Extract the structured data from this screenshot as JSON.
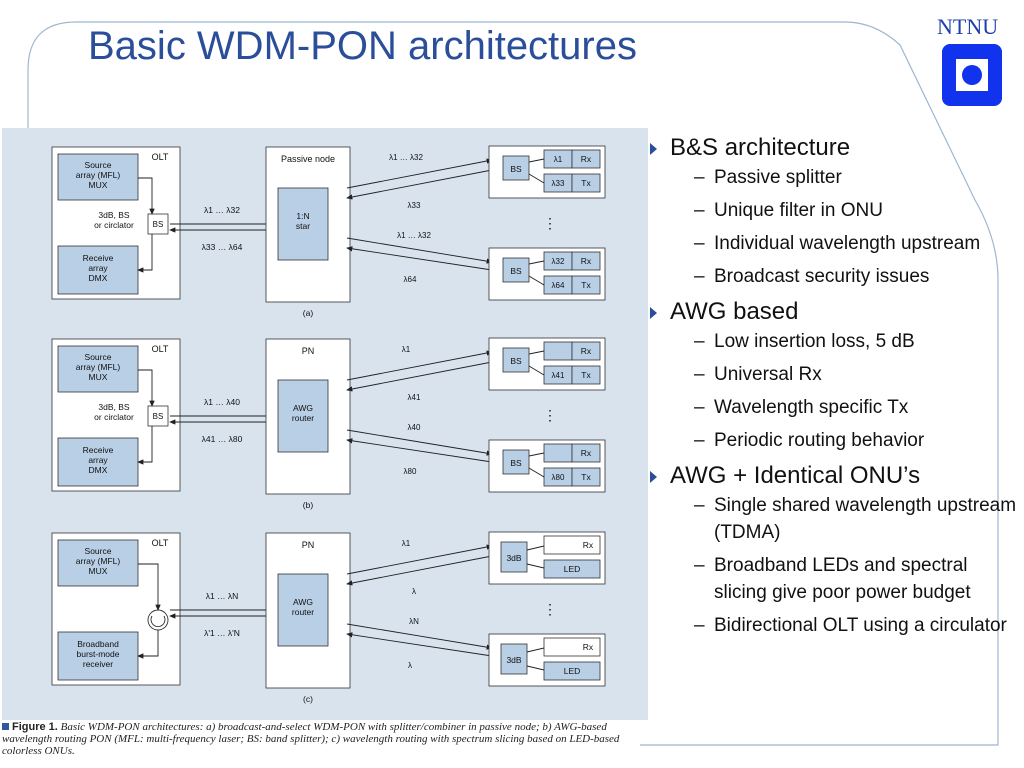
{
  "slide": {
    "title": "Basic WDM-PON architectures",
    "logo": "NTNU"
  },
  "colors": {
    "title": "#2b4e9a",
    "logo": "#1133ee",
    "figure_bg": "#d8e3ee",
    "box_fill": "#b8cfe6"
  },
  "figure": {
    "caption_label": "Figure 1.",
    "caption_text": "Basic WDM-PON architectures: a) broadcast-and-select WDM-PON with splitter/combiner in passive node; b) AWG-based wavelength routing PON (MFL: multi-frequency laser; BS: band splitter); c) wavelength routing with spectrum slicing based on LED-based colorless ONUs.",
    "panel_a": {
      "label": "(a)",
      "olt": "OLT",
      "source": [
        "Source",
        "array (MFL)",
        "MUX"
      ],
      "coupler": [
        "3dB, BS",
        "or circlator"
      ],
      "bs": "BS",
      "receive": [
        "Receive",
        "array",
        "DMX"
      ],
      "down_label": "λ1 … λ32",
      "up_label": "λ33 … λ64",
      "node_title": "Passive node",
      "node_box": [
        "1:N",
        "star"
      ],
      "link_labels": [
        "λ1 … λ32",
        "λ33",
        "λ1 … λ32",
        "λ64"
      ],
      "dots": "⋮",
      "onu1": {
        "bs": "BS",
        "rx_filter": "λ1",
        "tx_filter": "λ33",
        "rx": "Rx",
        "tx": "Tx"
      },
      "onu2": {
        "bs": "BS",
        "rx_filter": "λ32",
        "tx_filter": "λ64",
        "rx": "Rx",
        "tx": "Tx"
      }
    },
    "panel_b": {
      "label": "(b)",
      "olt": "OLT",
      "source": [
        "Source",
        "array (MFL)",
        "MUX"
      ],
      "coupler": [
        "3dB, BS",
        "or circlator"
      ],
      "bs": "BS",
      "receive": [
        "Receive",
        "array",
        "DMX"
      ],
      "down_label": "λ1 … λ40",
      "up_label": "λ41 … λ80",
      "node_title": "PN",
      "node_box": [
        "AWG",
        "router"
      ],
      "link_labels": [
        "λ1",
        "λ41",
        "λ40",
        "λ80"
      ],
      "dots": "⋮",
      "onu1": {
        "bs": "BS",
        "tx_filter": "λ41",
        "rx": "Rx",
        "tx": "Tx"
      },
      "onu2": {
        "bs": "BS",
        "tx_filter": "λ80",
        "rx": "Rx",
        "tx": "Tx"
      }
    },
    "panel_c": {
      "label": "(c)",
      "olt": "OLT",
      "source": [
        "Source",
        "array (MFL)",
        "MUX"
      ],
      "receive": [
        "Broadband",
        "burst-mode",
        "receiver"
      ],
      "down_label": "λ1 … λN",
      "up_label": "λ'1 … λ'N",
      "node_title": "PN",
      "node_box": [
        "AWG",
        "router"
      ],
      "link_labels": [
        "λ1",
        "λ",
        "λN",
        "λ"
      ],
      "dots": "⋮",
      "onu1": {
        "coupler": "3dB",
        "rx": "Rx",
        "tx": "LED"
      },
      "onu2": {
        "coupler": "3dB",
        "rx": "Rx",
        "tx": "LED"
      }
    }
  },
  "bullets": [
    {
      "text": "B&S architecture",
      "subs": [
        "Passive splitter",
        "Unique filter in ONU",
        "Individual wavelength upstream",
        "Broadcast security issues"
      ]
    },
    {
      "text": "AWG based",
      "subs": [
        "Low insertion loss, 5 dB",
        "Universal Rx",
        "Wavelength specific Tx",
        "Periodic routing behavior"
      ]
    },
    {
      "text": "AWG + Identical ONU’s",
      "subs": [
        "Single shared wavelength upstream (TDMA)",
        "Broadband LEDs and spectral slicing give poor power budget",
        "Bidirectional OLT using a circulator"
      ]
    }
  ]
}
